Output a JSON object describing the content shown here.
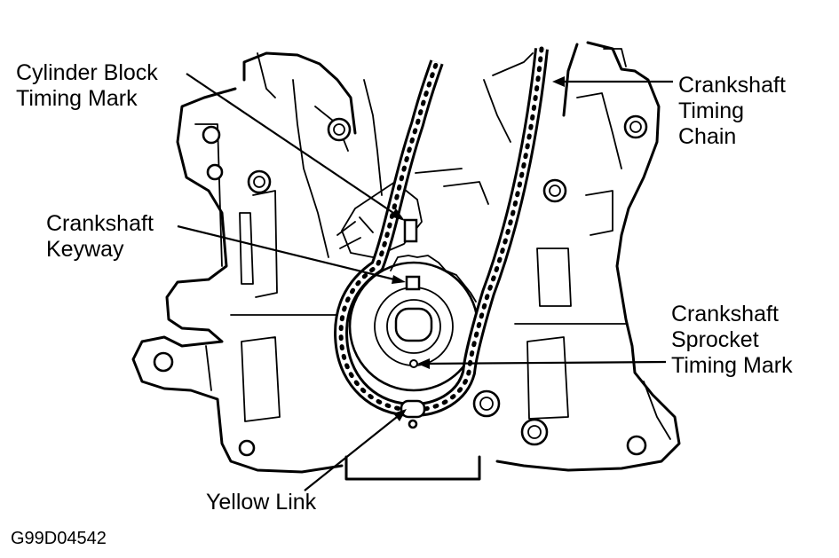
{
  "labels": {
    "cylinder_block_timing_mark": [
      "Cylinder Block",
      "Timing Mark"
    ],
    "crankshaft_keyway": [
      "Crankshaft",
      "Keyway"
    ],
    "crankshaft_timing_chain": [
      "Crankshaft",
      "Timing",
      "Chain"
    ],
    "crankshaft_sprocket_timing_mark": [
      "Crankshaft",
      "Sprocket",
      "Timing Mark"
    ],
    "yellow_link": "Yellow Link"
  },
  "figure_code": "G99D04542",
  "colors": {
    "ink": "#000000",
    "paper": "#ffffff"
  }
}
